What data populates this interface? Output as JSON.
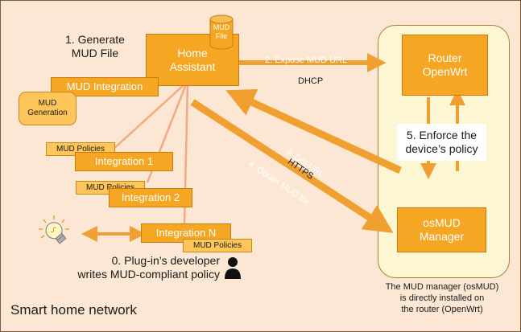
{
  "annotations": {
    "generate": "1. Generate\nMUD File",
    "expose": "2. Expose MUD URL",
    "dhcp": "DHCP",
    "get_url": "3. Get URL",
    "https": "HTTPS",
    "obtain": "4. Obtain MUD file",
    "enforce": "5. Enforce the\ndevice’s policy",
    "developer": "0. Plug-in’s developer\nwrites MUD-compliant policy",
    "manager_note": "The MUD manager (osMUD)\nis directly installed on\nthe router (OpenWrt)",
    "network_label": "Smart home network"
  },
  "nodes": {
    "home_assistant": "Home\nAssistant",
    "mud_file": "MUD\nFile",
    "mud_integration": "MUD Integration",
    "mud_generation": "MUD\nGeneration",
    "integration_1": "Integration 1",
    "integration_2": "Integration 2",
    "integration_n": "Integration N",
    "router": "Router\nOpenWrt",
    "osmud": "osMUD\nManager"
  },
  "tags": {
    "policy_1": "MUD Policies",
    "policy_2": "MUD Policies",
    "policy_n": "MUD Policies"
  },
  "icons": {
    "bulb": "lightbulb-icon",
    "person": "person-icon",
    "database": "database-icon"
  },
  "colors": {
    "background": "#fbe7d3",
    "box_orange": "#f5a623",
    "tag_yellow": "#fdc55a",
    "arrow_orange": "#f0a030",
    "line_peach": "#f4a981",
    "router_panel": "#fdf6d3"
  }
}
